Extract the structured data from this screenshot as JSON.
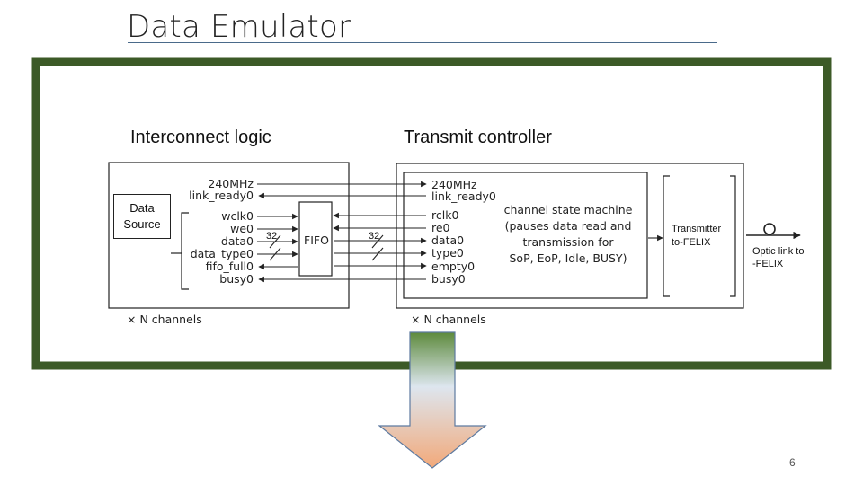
{
  "slide": {
    "title": "Data Emulator",
    "page_number": "6"
  },
  "sections": {
    "interconnect_label": "Interconnect logic",
    "transmit_label": "Transmit controller"
  },
  "data_source": {
    "line1": "Data",
    "line2": "Source"
  },
  "interconnect": {
    "signals": [
      "240MHz",
      "link_ready0",
      "wclk0",
      "we0",
      "data0",
      "data_type0",
      "fifo_full0",
      "busy0"
    ],
    "fifo_label": "FIFO",
    "bus_width_left": "32",
    "bus_width_mid": "32",
    "channels_label": "× N channels"
  },
  "transmit": {
    "signals": [
      "240MHz",
      "link_ready0",
      "rclk0",
      "re0",
      "data0",
      "type0",
      "empty0",
      "busy0"
    ],
    "state_machine_lines": [
      "channel state machine",
      "(pauses data read and",
      "transmission for",
      "SoP, EoP, Idle, BUSY)"
    ],
    "transmitter_lines": [
      "Transmitter",
      "to-FELIX"
    ],
    "channels_label": "× N channels"
  },
  "optic": {
    "lines": [
      "Optic link to",
      "-FELIX"
    ]
  },
  "colors": {
    "frame_green": "#3c5a27",
    "arrow_top": "#5d8a3c",
    "arrow_mid": "#dfe7ef",
    "arrow_bottom": "#f2a97a"
  }
}
